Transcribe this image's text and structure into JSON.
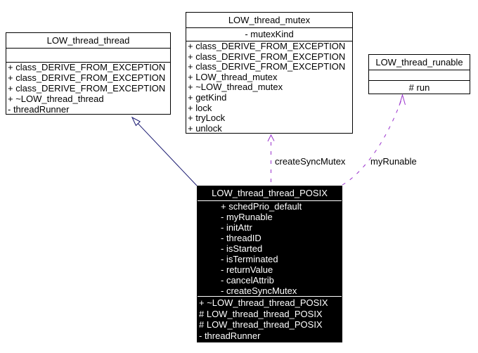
{
  "diagram": {
    "kind": "uml-collaboration-diagram",
    "colors": {
      "background": "#ffffff",
      "box_border": "#000000",
      "box_fill": "#ffffff",
      "focus_fill": "#000000",
      "focus_text": "#ffffff",
      "inheritance_edge": "#191970",
      "usage_edge": "#9a32cd",
      "label_text": "#000000"
    },
    "classes": [
      {
        "title": "LOW_thread_thread",
        "attributes": [],
        "methods": [
          "+ class_DERIVE_FROM_EXCEPTION",
          "+ class_DERIVE_FROM_EXCEPTION",
          "+ class_DERIVE_FROM_EXCEPTION",
          "+ ~LOW_thread_thread",
          "- threadRunner"
        ]
      },
      {
        "title": "LOW_thread_mutex",
        "attributes": [
          "- mutexKind"
        ],
        "methods": [
          "+ class_DERIVE_FROM_EXCEPTION",
          "+ class_DERIVE_FROM_EXCEPTION",
          "+ class_DERIVE_FROM_EXCEPTION",
          "+ LOW_thread_mutex",
          "+ ~LOW_thread_mutex",
          "+ getKind",
          "+ lock",
          "+ tryLock",
          "+ unlock"
        ]
      },
      {
        "title": "LOW_thread_runable",
        "attributes": [],
        "methods": [
          "# run"
        ]
      },
      {
        "title": "LOW_thread_thread_POSIX",
        "attributes": [
          "+ schedPrio_default",
          "- myRunable",
          "- initAttr",
          "- threadID",
          "- isStarted",
          "- isTerminated",
          "- returnValue",
          "- cancelAttrib",
          "- createSyncMutex"
        ],
        "methods": [
          "+ ~LOW_thread_thread_POSIX",
          "# LOW_thread_thread_POSIX",
          "# LOW_thread_thread_POSIX",
          "- threadRunner"
        ]
      }
    ],
    "edges": [
      {
        "type": "inheritance",
        "from": "LOW_thread_thread_POSIX",
        "to": "LOW_thread_thread",
        "label": ""
      },
      {
        "type": "usage",
        "from": "LOW_thread_thread_POSIX",
        "to": "LOW_thread_mutex",
        "label": "createSyncMutex"
      },
      {
        "type": "usage",
        "from": "LOW_thread_thread_POSIX",
        "to": "LOW_thread_runable",
        "label": "myRunable"
      }
    ]
  }
}
